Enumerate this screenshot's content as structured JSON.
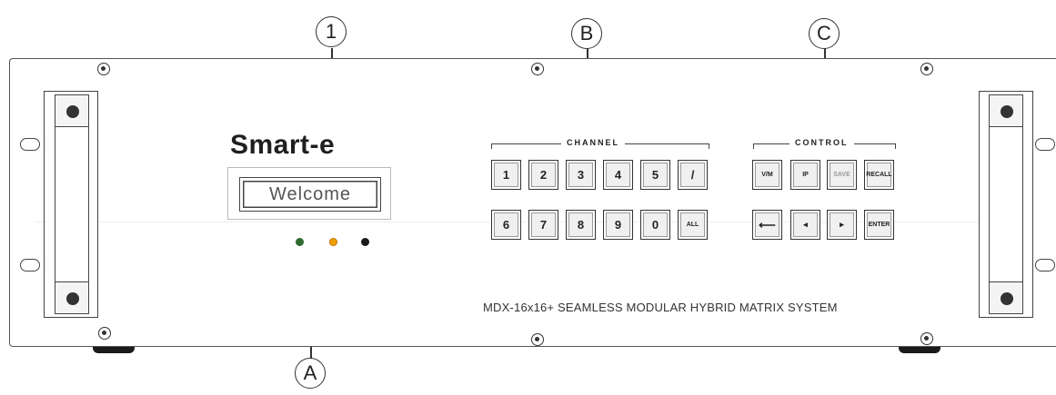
{
  "callouts": {
    "one": "1",
    "b": "B",
    "c": "C",
    "a": "A"
  },
  "logo": "Smart-e",
  "display": {
    "text": "Welcome"
  },
  "leds": [
    {
      "name": "green",
      "color": "#2e6b2e"
    },
    {
      "name": "orange",
      "color": "#f0a000"
    },
    {
      "name": "black",
      "color": "#1a1a1a"
    }
  ],
  "channel": {
    "label": "CHANNEL",
    "row1": [
      "1",
      "2",
      "3",
      "4",
      "5",
      "/"
    ],
    "row2": [
      "6",
      "7",
      "8",
      "9",
      "0",
      "ALL"
    ]
  },
  "control": {
    "label": "CONTROL",
    "row1": [
      "V/M",
      "IP",
      "SAVE",
      "RECALL"
    ],
    "row2": [
      "⟵",
      "◂",
      "▸",
      "ENTER"
    ]
  },
  "model": "MDX-16x16+ SEAMLESS MODULAR HYBRID MATRIX SYSTEM"
}
